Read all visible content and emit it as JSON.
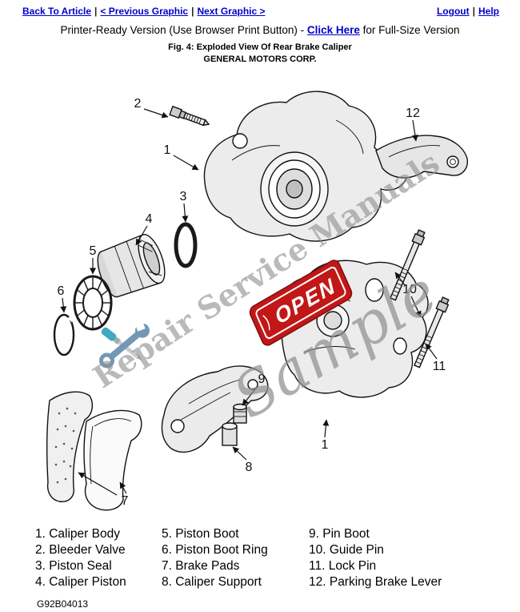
{
  "nav": {
    "back_to_article": "Back To Article",
    "previous_graphic": "< Previous Graphic",
    "next_graphic": "Next Graphic >",
    "logout": "Logout",
    "help": "Help",
    "separator": "|"
  },
  "printer_line": {
    "prefix": "Printer-Ready Version (Use Browser Print Button) - ",
    "link": "Click Here",
    "suffix": " for Full-Size Version"
  },
  "figure": {
    "title": "Fig. 4: Exploded View Of Rear Brake Caliper",
    "company": "GENERAL MOTORS CORP."
  },
  "diagram": {
    "callouts": [
      "2",
      "1",
      "12",
      "3",
      "4",
      "5",
      "6",
      "7",
      "8",
      "9",
      "10",
      "11",
      "1"
    ]
  },
  "watermark": {
    "line": "Repair Service Manuals",
    "sample": "Sample",
    "stamp": "OPEN",
    "stamp_color": "#c21717",
    "text_color": "#8f8f8f"
  },
  "legend": {
    "columns": [
      [
        "1. Caliper Body",
        "2. Bleeder Valve",
        "3. Piston Seal",
        "4. Caliper Piston"
      ],
      [
        "5. Piston Boot",
        "6. Piston Boot Ring",
        "7. Brake Pads",
        "8. Caliper Support"
      ],
      [
        "9. Pin Boot",
        "10. Guide Pin",
        "11. Lock Pin",
        "12. Parking Brake Lever"
      ]
    ]
  },
  "footer": {
    "code": "G92B04013"
  },
  "colors": {
    "link": "#0000cc"
  }
}
